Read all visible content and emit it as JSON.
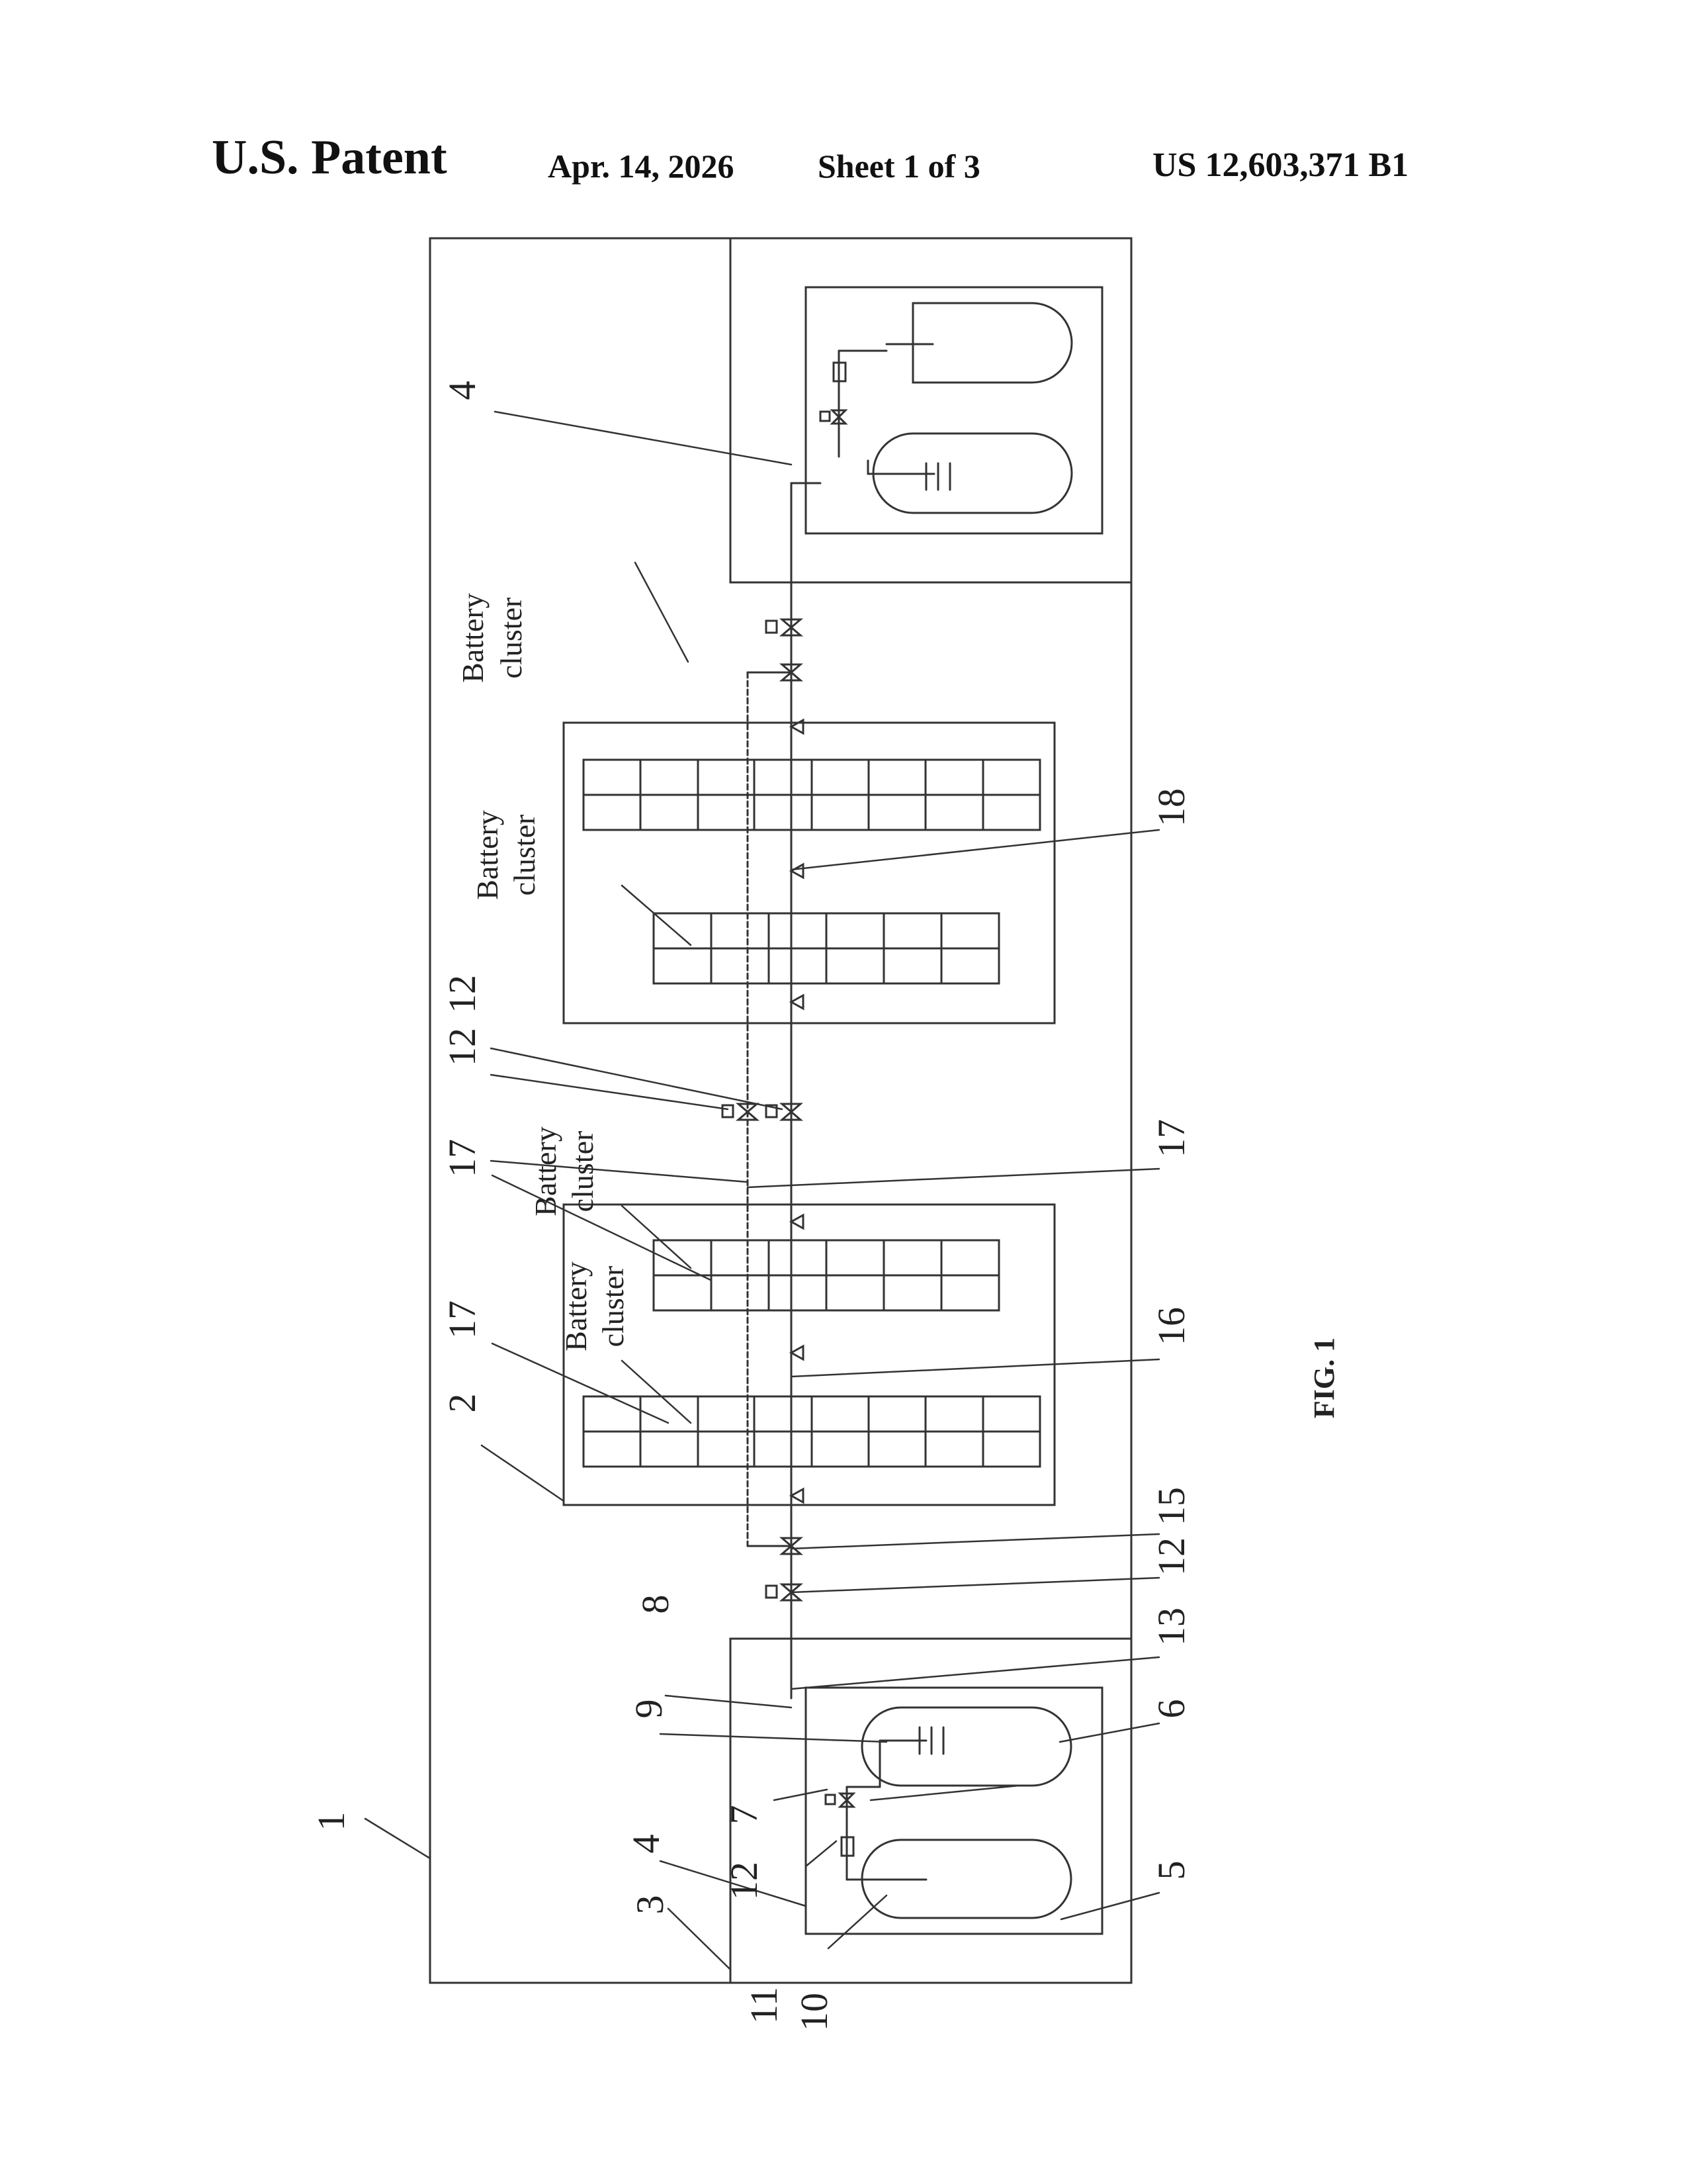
{
  "header": {
    "brand": "U.S. Patent",
    "date": "Apr. 14, 2026",
    "sheet": "Sheet 1 of 3",
    "patent_number": "US 12,603,371 B1"
  },
  "figure": {
    "caption": "FIG. 1",
    "battery_label_line1": "Battery",
    "battery_label_line2": "cluster",
    "ref_numerals": {
      "r1": "1",
      "r2": "2",
      "r3": "3",
      "r4a": "4",
      "r4b": "4",
      "r5": "5",
      "r6": "6",
      "r7": "7",
      "r8": "8",
      "r9": "9",
      "r10": "10",
      "r11": "11",
      "r12a": "12",
      "r12b": "12",
      "r12c": "12",
      "r12d": "12",
      "r13": "13",
      "r15": "15",
      "r16": "16",
      "r17a": "17",
      "r17b": "17",
      "r17c": "17",
      "r18": "18"
    }
  }
}
